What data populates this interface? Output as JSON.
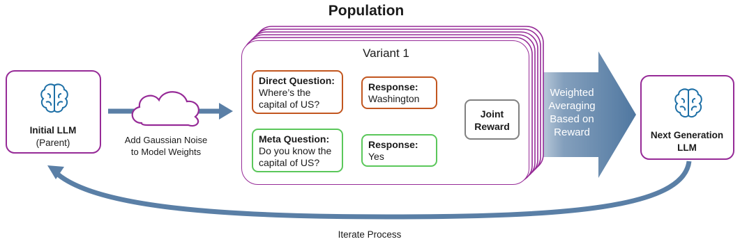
{
  "title": "Population",
  "initial_llm": {
    "label": "Initial LLM",
    "sublabel": "(Parent)"
  },
  "noise_step": {
    "line1": "Add Gaussian Noise",
    "line2": "to Model Weights"
  },
  "variant": {
    "title": "Variant 1",
    "direct_question": {
      "heading": "Direct Question:",
      "line1": "Where’s the",
      "line2": "capital of US?"
    },
    "direct_response": {
      "heading": "Response:",
      "text": "Washington"
    },
    "meta_question": {
      "heading": "Meta Question:",
      "line1": "Do you know the",
      "line2": "capital of US?"
    },
    "meta_response": {
      "heading": "Response:",
      "text": "Yes"
    },
    "joint_reward": {
      "line1": "Joint",
      "line2": "Reward"
    }
  },
  "averaging": {
    "line1": "Weighted",
    "line2": "Averaging",
    "line3": "Based on",
    "line4": "Reward"
  },
  "next_llm": {
    "line1": "Next Generation",
    "line2": "LLM"
  },
  "loop_label": "Iterate Process",
  "colors": {
    "purple": "#962a97",
    "orange": "#c2561f",
    "green": "#5ac75a",
    "grey": "#808080",
    "arrow_blue": "#5a7fa6",
    "brain_blue": "#1d6fa6"
  },
  "icons": [
    "brain-icon",
    "cloud-icon"
  ]
}
